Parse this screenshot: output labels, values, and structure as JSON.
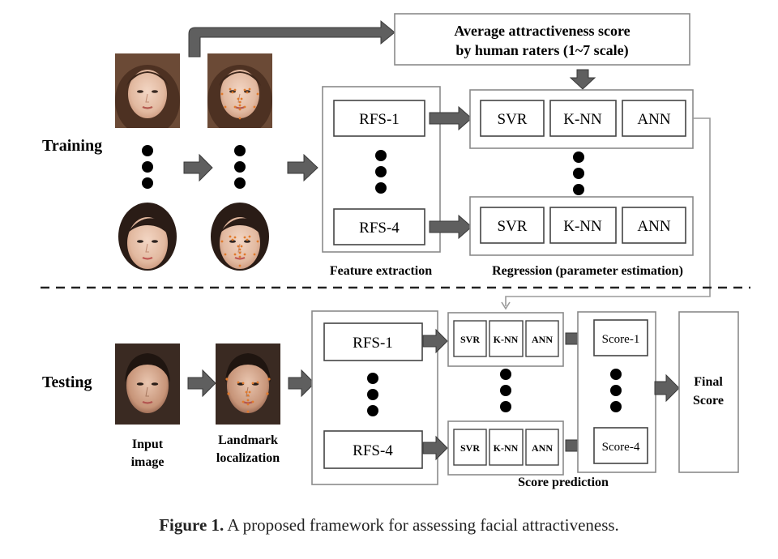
{
  "diagram": {
    "sections": {
      "training": "Training",
      "testing": "Testing"
    },
    "rater_box": {
      "line1": "Average attractiveness score",
      "line2": "by human raters (1~7 scale)"
    },
    "feature_labels": {
      "rfs1": "RFS-1",
      "rfs4": "RFS-4"
    },
    "regressors": [
      "SVR",
      "K-NN",
      "ANN"
    ],
    "scores": {
      "score1": "Score-1",
      "score4": "Score-4"
    },
    "final_score": {
      "line1": "Final",
      "line2": "Score"
    },
    "stage_labels": {
      "feature_extraction": "Feature extraction",
      "regression": "Regression (parameter estimation)",
      "score_prediction": "Score prediction",
      "input_image_l1": "Input",
      "input_image_l2": "image",
      "landmark_l1": "Landmark",
      "landmark_l2": "localization"
    },
    "colors": {
      "arrow_fill": "#5f5f5f",
      "box_border": "#8a8a8a",
      "landmark_dot": "#e07a2c"
    }
  },
  "caption": {
    "label": "Figure 1.",
    "text": " A proposed framework for assessing facial attractiveness."
  }
}
